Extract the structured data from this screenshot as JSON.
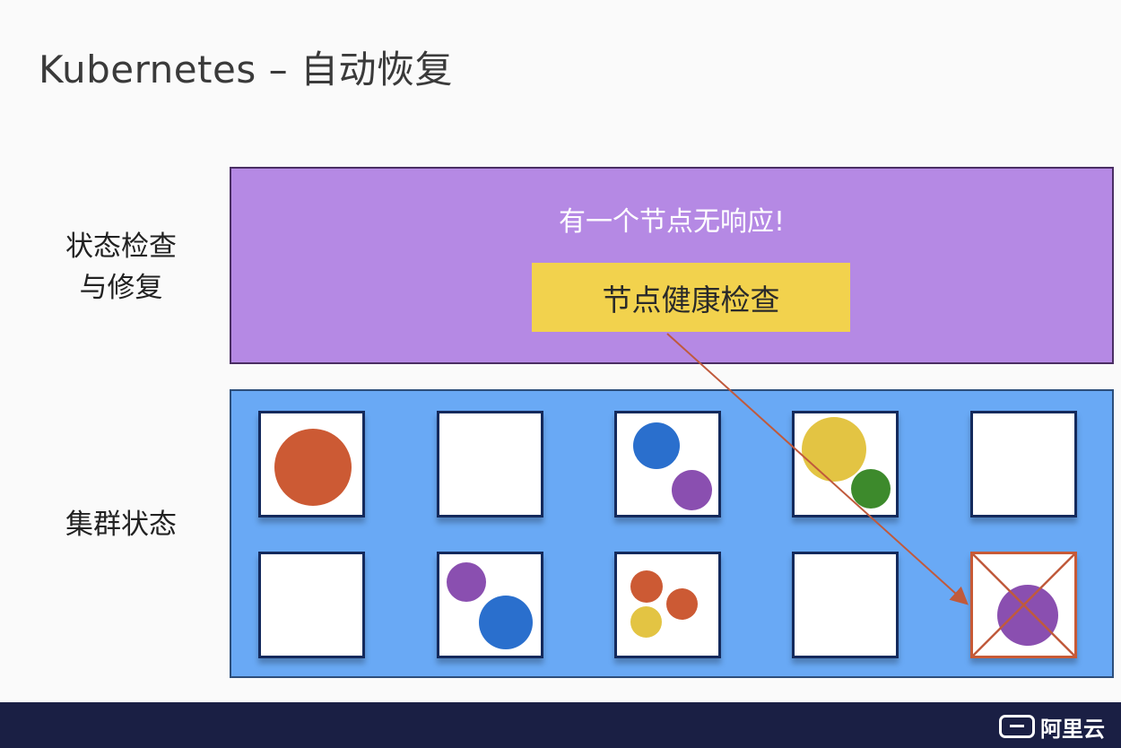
{
  "slide": {
    "title": "Kubernetes – 自动恢复"
  },
  "labels": {
    "health_check_line1": "状态检查",
    "health_check_line2": "与修复",
    "cluster_state": "集群状态"
  },
  "health_panel": {
    "alert_text": "有一个节点无响应!",
    "check_box_label": "节点健康检查",
    "color": "#b589e4"
  },
  "cluster_panel": {
    "color": "#69a9f5",
    "failed_node_marker": "red-x-icon"
  },
  "colors": {
    "pod_orange": "#cc5a34",
    "pod_blue": "#2a6fcd",
    "pod_purple": "#8a4fb0",
    "pod_yellow": "#e3c443",
    "pod_green": "#3d8a2c",
    "arrow": "#c05a3c",
    "highlight_box": "#f2d24d"
  },
  "footer": {
    "brand": "阿里云",
    "logo_icon": "aliyun-logo-icon"
  }
}
